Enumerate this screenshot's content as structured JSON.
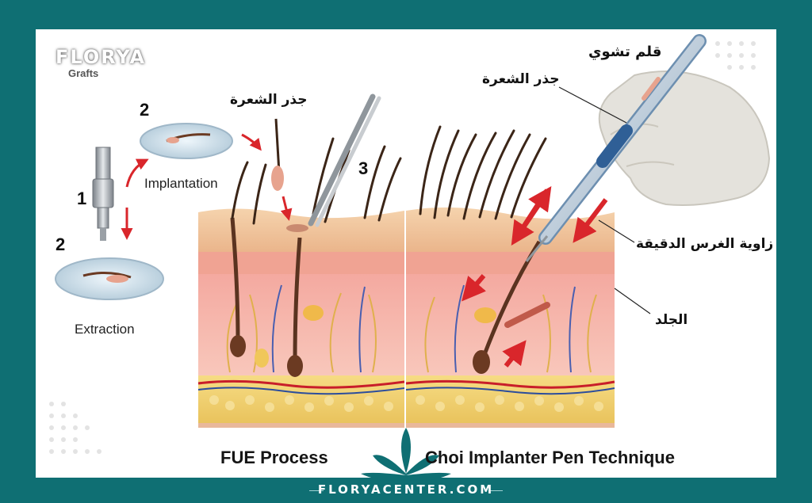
{
  "brand": {
    "logo_text": "FLORYA",
    "logo_subtext": "Grafts",
    "footer_url": "FLORYACENTER.COM"
  },
  "labels": {
    "step1": "1",
    "step2_top": "2",
    "step2_bottom": "2",
    "step3": "3",
    "implantation": "Implantation",
    "extraction": "Extraction",
    "hair_root_left": "جذر الشعرة",
    "hair_root_right": "جذر الشعرة",
    "choi_pen": "قلم تشوي",
    "precise_angle": "زاوية الغرس الدقيقة",
    "skin": "الجلد",
    "fue_process": "FUE Process",
    "choi_technique": "Choi Implanter Pen Technique"
  },
  "colors": {
    "frame": "#0f6f73",
    "arrow_red": "#d9262b",
    "skin_top": "#f2c9a0",
    "dermis": "#f6b7a6",
    "fat": "#f1d36f"
  }
}
